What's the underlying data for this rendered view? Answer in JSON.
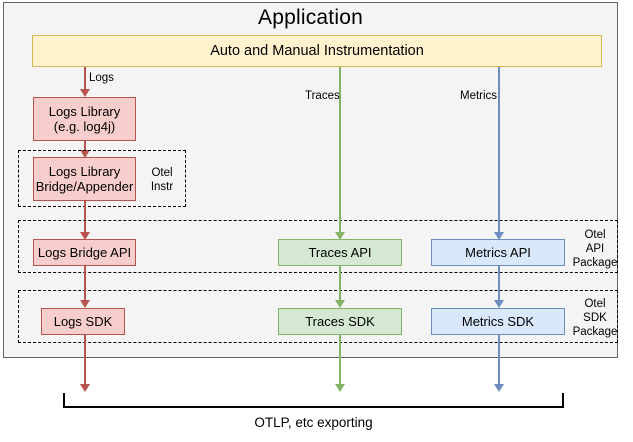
{
  "diagram": {
    "title": "Application",
    "instrumentation": {
      "label": "Auto and Manual Instrumentation"
    },
    "signals": [
      {
        "key": "logs",
        "label": "Logs",
        "color": "#b85450"
      },
      {
        "key": "traces",
        "label": "Traces",
        "color": "#82b366"
      },
      {
        "key": "metrics",
        "label": "Metrics",
        "color": "#6c8ebf"
      }
    ],
    "nodes": {
      "logs_library": "Logs Library\n(e.g. log4j)",
      "logs_library_line1": "Logs Library",
      "logs_library_line2": "(e.g. log4j)",
      "logs_bridge_appender_line1": "Logs Library",
      "logs_bridge_appender_line2": "Bridge/Appender",
      "logs_bridge_api": "Logs Bridge API",
      "traces_api": "Traces API",
      "metrics_api": "Metrics API",
      "logs_sdk": "Logs SDK",
      "traces_sdk": "Traces SDK",
      "metrics_sdk": "Metrics SDK"
    },
    "groups": {
      "otel_instr_line1": "Otel",
      "otel_instr_line2": "Instr",
      "otel_api_line1": "Otel",
      "otel_api_line2": "API",
      "otel_api_line3": "Package",
      "otel_sdk_line1": "Otel",
      "otel_sdk_line2": "SDK",
      "otel_sdk_line3": "Package"
    },
    "export": {
      "label": "OTLP, etc exporting"
    },
    "colors": {
      "red_fill": "#f8cecc",
      "red_stroke": "#b85450",
      "green_fill": "#d5e8d4",
      "green_stroke": "#82b366",
      "blue_fill": "#dae8fc",
      "blue_stroke": "#6c8ebf",
      "yellow_fill": "#fff2cc",
      "yellow_stroke": "#d6b656",
      "app_fill": "#f4f4f4",
      "app_stroke": "#666666"
    }
  }
}
